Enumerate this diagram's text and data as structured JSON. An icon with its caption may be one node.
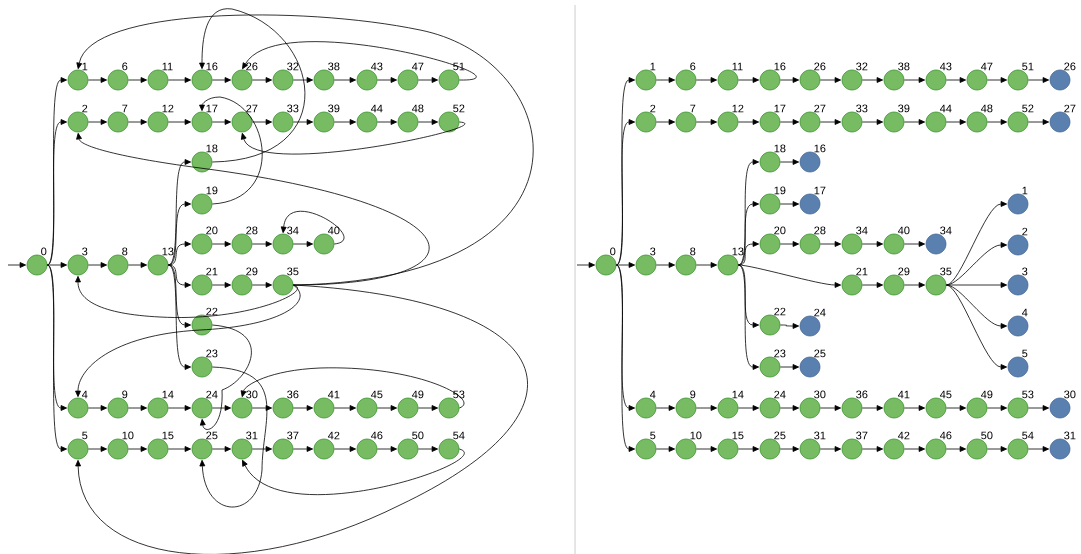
{
  "diagram": {
    "nodes": [
      {
        "text": [],
        "shape": "circle",
        "beside": [
          "0"
        ]
      },
      {
        "text": [],
        "shape": "circle",
        "beside": [
          "1"
        ]
      },
      {
        "text": [],
        "shape": "circle",
        "beside": [
          "2"
        ]
      },
      {
        "text": [],
        "shape": "circle",
        "beside": [
          "3"
        ]
      },
      {
        "text": [],
        "shape": "circle",
        "beside": [
          "4"
        ]
      },
      {
        "text": [],
        "shape": "circle",
        "beside": [
          "5"
        ]
      },
      {
        "text": [],
        "shape": "circle",
        "beside": [
          "6"
        ]
      },
      {
        "text": [],
        "shape": "circle",
        "beside": [
          "7"
        ]
      },
      {
        "text": [],
        "shape": "circle",
        "beside": [
          "8"
        ]
      },
      {
        "text": [],
        "shape": "circle",
        "beside": [
          "9"
        ]
      },
      {
        "text": [],
        "shape": "circle",
        "beside": [
          "10"
        ]
      },
      {
        "text": [],
        "shape": "circle",
        "beside": [
          "11"
        ]
      },
      {
        "text": [],
        "shape": "circle",
        "beside": [
          "12"
        ]
      },
      {
        "text": [],
        "shape": "circle",
        "beside": [
          "13"
        ]
      },
      {
        "text": [],
        "shape": "circle",
        "beside": [
          "14"
        ]
      },
      {
        "text": [],
        "shape": "circle",
        "beside": [
          "15"
        ]
      },
      {
        "text": [],
        "shape": "circle",
        "beside": [
          "16"
        ]
      },
      {
        "text": [],
        "shape": "circle",
        "beside": [
          "17"
        ]
      },
      {
        "text": [],
        "shape": "circle",
        "beside": [
          "18"
        ]
      },
      {
        "text": [],
        "shape": "circle",
        "beside": [
          "19"
        ]
      },
      {
        "text": [],
        "shape": "circle",
        "beside": [
          "20"
        ]
      },
      {
        "text": [],
        "shape": "circle",
        "beside": [
          "21"
        ]
      },
      {
        "text": [],
        "shape": "circle",
        "beside": [
          "22"
        ]
      },
      {
        "text": [],
        "shape": "circle",
        "beside": [
          "23"
        ]
      },
      {
        "text": [],
        "shape": "circle",
        "beside": [
          "24"
        ]
      },
      {
        "text": [],
        "shape": "circle",
        "beside": [
          "25"
        ]
      },
      {
        "text": [],
        "shape": "circle",
        "beside": [
          "26"
        ]
      },
      {
        "text": [],
        "shape": "circle",
        "beside": [
          "27"
        ]
      },
      {
        "text": [],
        "shape": "circle",
        "beside": [
          "28"
        ]
      },
      {
        "text": [],
        "shape": "circle",
        "beside": [
          "29"
        ]
      },
      {
        "text": [],
        "shape": "circle",
        "beside": [
          "30"
        ]
      },
      {
        "text": [],
        "shape": "circle",
        "beside": [
          "31"
        ]
      },
      {
        "text": [],
        "shape": "circle",
        "beside": [
          "32"
        ]
      },
      {
        "text": [],
        "shape": "circle",
        "beside": [
          "33"
        ]
      },
      {
        "text": [],
        "shape": "circle",
        "beside": [
          "34"
        ]
      },
      {
        "text": [],
        "shape": "circle",
        "beside": [
          "35"
        ]
      },
      {
        "text": [],
        "shape": "circle",
        "beside": [
          "36"
        ]
      },
      {
        "text": [],
        "shape": "circle",
        "beside": [
          "37"
        ]
      },
      {
        "text": [],
        "shape": "circle",
        "beside": [
          "38"
        ]
      },
      {
        "text": [],
        "shape": "circle",
        "beside": [
          "39"
        ]
      },
      {
        "text": [],
        "shape": "circle",
        "beside": [
          "40"
        ]
      },
      {
        "text": [],
        "shape": "circle",
        "beside": [
          "41"
        ]
      },
      {
        "text": [],
        "shape": "circle",
        "beside": [
          "42"
        ]
      },
      {
        "text": [],
        "shape": "circle",
        "beside": [
          "43"
        ]
      },
      {
        "text": [],
        "shape": "circle",
        "beside": [
          "44"
        ]
      },
      {
        "text": [],
        "shape": "circle",
        "beside": [
          "45"
        ]
      },
      {
        "text": [],
        "shape": "circle",
        "beside": [
          "46"
        ]
      },
      {
        "text": [],
        "shape": "circle",
        "beside": [
          "47"
        ]
      },
      {
        "text": [],
        "shape": "circle",
        "beside": [
          "48"
        ]
      },
      {
        "text": [],
        "shape": "circle",
        "beside": [
          "49"
        ]
      },
      {
        "text": [],
        "shape": "circle",
        "beside": [
          "50"
        ]
      },
      {
        "text": [],
        "shape": "circle",
        "beside": [
          "51"
        ]
      },
      {
        "text": [],
        "shape": "circle",
        "beside": [
          "52"
        ]
      },
      {
        "text": [],
        "shape": "circle",
        "beside": [
          "53"
        ]
      },
      {
        "text": [],
        "shape": "circle",
        "beside": [
          "54"
        ]
      },
      {
        "text": [],
        "shape": "circle",
        "beside": [
          "0"
        ]
      },
      {
        "text": [],
        "shape": "circle",
        "beside": [
          "1"
        ]
      },
      {
        "text": [],
        "shape": "circle",
        "beside": [
          "2"
        ]
      },
      {
        "text": [],
        "shape": "circle",
        "beside": [
          "3"
        ]
      },
      {
        "text": [],
        "shape": "circle",
        "beside": [
          "4"
        ]
      },
      {
        "text": [],
        "shape": "circle",
        "beside": [
          "5"
        ]
      },
      {
        "text": [],
        "shape": "circle",
        "beside": [
          "6"
        ]
      },
      {
        "text": [],
        "shape": "circle",
        "beside": [
          "7"
        ]
      },
      {
        "text": [],
        "shape": "circle",
        "beside": [
          "8"
        ]
      },
      {
        "text": [],
        "shape": "circle",
        "beside": [
          "9"
        ]
      },
      {
        "text": [],
        "shape": "circle",
        "beside": [
          "10"
        ]
      },
      {
        "text": [],
        "shape": "circle",
        "beside": [
          "11"
        ]
      },
      {
        "text": [],
        "shape": "circle",
        "beside": [
          "12"
        ]
      },
      {
        "text": [],
        "shape": "circle",
        "beside": [
          "13"
        ]
      },
      {
        "text": [],
        "shape": "circle",
        "beside": [
          "14"
        ]
      },
      {
        "text": [],
        "shape": "circle",
        "beside": [
          "15"
        ]
      },
      {
        "text": [],
        "shape": "circle",
        "beside": [
          "16"
        ]
      },
      {
        "text": [],
        "shape": "circle",
        "beside": [
          "17"
        ]
      },
      {
        "text": [],
        "shape": "circle",
        "beside": [
          "18"
        ]
      },
      {
        "text": [],
        "shape": "circle",
        "beside": [
          "19"
        ]
      },
      {
        "text": [],
        "shape": "circle",
        "beside": [
          "20"
        ]
      },
      {
        "text": [],
        "shape": "circle",
        "beside": [
          "21"
        ]
      },
      {
        "text": [],
        "shape": "circle",
        "beside": [
          "22"
        ]
      },
      {
        "text": [],
        "shape": "circle",
        "beside": [
          "23"
        ]
      },
      {
        "text": [],
        "shape": "circle",
        "beside": [
          "24"
        ]
      },
      {
        "text": [],
        "shape": "circle",
        "beside": [
          "25"
        ]
      },
      {
        "text": [],
        "shape": "circle",
        "beside": [
          "26"
        ]
      },
      {
        "text": [],
        "shape": "circle",
        "beside": [
          "27"
        ]
      },
      {
        "text": [],
        "shape": "circle",
        "beside": [
          "28"
        ]
      },
      {
        "text": [],
        "shape": "circle",
        "beside": [
          "29"
        ]
      },
      {
        "text": [],
        "shape": "circle",
        "beside": [
          "30"
        ]
      },
      {
        "text": [],
        "shape": "circle",
        "beside": [
          "31"
        ]
      },
      {
        "text": [],
        "shape": "circle",
        "beside": [
          "32"
        ]
      },
      {
        "text": [],
        "shape": "circle",
        "beside": [
          "33"
        ]
      },
      {
        "text": [],
        "shape": "circle",
        "beside": [
          "34"
        ]
      },
      {
        "text": [],
        "shape": "circle",
        "beside": [
          "35"
        ]
      },
      {
        "text": [],
        "shape": "circle",
        "beside": [
          "36"
        ]
      },
      {
        "text": [],
        "shape": "circle",
        "beside": [
          "37"
        ]
      },
      {
        "text": [],
        "shape": "circle",
        "beside": [
          "38"
        ]
      },
      {
        "text": [],
        "shape": "circle",
        "beside": [
          "39"
        ]
      },
      {
        "text": [],
        "shape": "circle",
        "beside": [
          "40"
        ]
      },
      {
        "text": [],
        "shape": "circle",
        "beside": [
          "41"
        ]
      },
      {
        "text": [],
        "shape": "circle",
        "beside": [
          "42"
        ]
      },
      {
        "text": [],
        "shape": "circle",
        "beside": [
          "43"
        ]
      },
      {
        "text": [],
        "shape": "circle",
        "beside": [
          "44"
        ]
      },
      {
        "text": [],
        "shape": "circle",
        "beside": [
          "45"
        ]
      },
      {
        "text": [],
        "shape": "circle",
        "beside": [
          "46"
        ]
      },
      {
        "text": [],
        "shape": "circle",
        "beside": [
          "47"
        ]
      },
      {
        "text": [],
        "shape": "circle",
        "beside": [
          "48"
        ]
      },
      {
        "text": [],
        "shape": "circle",
        "beside": [
          "49"
        ]
      },
      {
        "text": [],
        "shape": "circle",
        "beside": [
          "50"
        ]
      },
      {
        "text": [],
        "shape": "circle",
        "beside": [
          "51"
        ]
      },
      {
        "text": [],
        "shape": "circle",
        "beside": [
          "52"
        ]
      },
      {
        "text": [],
        "shape": "circle",
        "beside": [
          "53"
        ]
      },
      {
        "text": [],
        "shape": "circle",
        "beside": [
          "54"
        ]
      },
      {
        "text": [],
        "shape": "circle",
        "beside": [
          "26"
        ]
      },
      {
        "text": [],
        "shape": "circle",
        "beside": [
          "27"
        ]
      },
      {
        "text": [],
        "shape": "circle",
        "beside": [
          "16"
        ]
      },
      {
        "text": [],
        "shape": "circle",
        "beside": [
          "17"
        ]
      },
      {
        "text": [],
        "shape": "circle",
        "beside": [
          "34"
        ]
      },
      {
        "text": [],
        "shape": "circle",
        "beside": [
          "1"
        ]
      },
      {
        "text": [],
        "shape": "circle",
        "beside": [
          "2"
        ]
      },
      {
        "text": [],
        "shape": "circle",
        "beside": [
          "3"
        ]
      },
      {
        "text": [],
        "shape": "circle",
        "beside": [
          "24"
        ]
      },
      {
        "text": [],
        "shape": "circle",
        "beside": [
          "4"
        ]
      },
      {
        "text": [],
        "shape": "circle",
        "beside": [
          "5"
        ]
      },
      {
        "text": [],
        "shape": "circle",
        "beside": [
          "25"
        ]
      },
      {
        "text": [],
        "shape": "circle",
        "beside": [
          "30"
        ]
      },
      {
        "text": [],
        "shape": "circle",
        "beside": [
          "31"
        ]
      }
    ],
    "edges": [
      {
        "from": null,
        "to": 0,
        "arrow": "to"
      },
      {
        "from": 0,
        "to": 1,
        "arrow": "to"
      },
      {
        "from": 0,
        "to": 2,
        "arrow": "to"
      },
      {
        "from": 0,
        "to": 3,
        "arrow": "to"
      },
      {
        "from": 0,
        "to": 4,
        "arrow": "to"
      },
      {
        "from": 0,
        "to": 5,
        "arrow": "to"
      },
      {
        "from": 1,
        "to": 6,
        "arrow": "to"
      },
      {
        "from": 6,
        "to": 11,
        "arrow": "to"
      },
      {
        "from": 11,
        "to": 16,
        "arrow": "to"
      },
      {
        "from": 16,
        "to": 26,
        "arrow": "to"
      },
      {
        "from": 26,
        "to": 32,
        "arrow": "to"
      },
      {
        "from": 32,
        "to": 38,
        "arrow": "to"
      },
      {
        "from": 38,
        "to": 43,
        "arrow": "to"
      },
      {
        "from": 43,
        "to": 47,
        "arrow": "to"
      },
      {
        "from": 47,
        "to": 51,
        "arrow": "to"
      },
      {
        "from": 2,
        "to": 7,
        "arrow": "to"
      },
      {
        "from": 7,
        "to": 12,
        "arrow": "to"
      },
      {
        "from": 12,
        "to": 17,
        "arrow": "to"
      },
      {
        "from": 17,
        "to": 27,
        "arrow": "to"
      },
      {
        "from": 27,
        "to": 33,
        "arrow": "to"
      },
      {
        "from": 33,
        "to": 39,
        "arrow": "to"
      },
      {
        "from": 39,
        "to": 44,
        "arrow": "to"
      },
      {
        "from": 44,
        "to": 48,
        "arrow": "to"
      },
      {
        "from": 48,
        "to": 52,
        "arrow": "to"
      },
      {
        "from": 3,
        "to": 8,
        "arrow": "to"
      },
      {
        "from": 8,
        "to": 13,
        "arrow": "to"
      },
      {
        "from": 13,
        "to": 18,
        "arrow": "to"
      },
      {
        "from": 13,
        "to": 19,
        "arrow": "to"
      },
      {
        "from": 13,
        "to": 20,
        "arrow": "to"
      },
      {
        "from": 13,
        "to": 21,
        "arrow": "to"
      },
      {
        "from": 13,
        "to": 22,
        "arrow": "to"
      },
      {
        "from": 13,
        "to": 23,
        "arrow": "to"
      },
      {
        "from": 20,
        "to": 28,
        "arrow": "to"
      },
      {
        "from": 28,
        "to": 34,
        "arrow": "to"
      },
      {
        "from": 34,
        "to": 40,
        "arrow": "to"
      },
      {
        "from": 21,
        "to": 29,
        "arrow": "to"
      },
      {
        "from": 29,
        "to": 35,
        "arrow": "to"
      },
      {
        "from": 4,
        "to": 9,
        "arrow": "to"
      },
      {
        "from": 9,
        "to": 14,
        "arrow": "to"
      },
      {
        "from": 14,
        "to": 24,
        "arrow": "to"
      },
      {
        "from": 24,
        "to": 30,
        "arrow": "to"
      },
      {
        "from": 30,
        "to": 36,
        "arrow": "to"
      },
      {
        "from": 36,
        "to": 41,
        "arrow": "to"
      },
      {
        "from": 41,
        "to": 45,
        "arrow": "to"
      },
      {
        "from": 45,
        "to": 49,
        "arrow": "to"
      },
      {
        "from": 49,
        "to": 53,
        "arrow": "to"
      },
      {
        "from": 5,
        "to": 10,
        "arrow": "to"
      },
      {
        "from": 10,
        "to": 15,
        "arrow": "to"
      },
      {
        "from": 15,
        "to": 25,
        "arrow": "to"
      },
      {
        "from": 25,
        "to": 31,
        "arrow": "to"
      },
      {
        "from": 31,
        "to": 37,
        "arrow": "to"
      },
      {
        "from": 37,
        "to": 42,
        "arrow": "to"
      },
      {
        "from": 42,
        "to": 46,
        "arrow": "to"
      },
      {
        "from": 46,
        "to": 50,
        "arrow": "to"
      },
      {
        "from": 50,
        "to": 54,
        "arrow": "to"
      },
      {
        "from": 51,
        "to": 26,
        "arrow": "to"
      },
      {
        "from": 52,
        "to": 27,
        "arrow": "to"
      },
      {
        "from": 18,
        "to": 16,
        "arrow": "to"
      },
      {
        "from": 19,
        "to": 17,
        "arrow": "to"
      },
      {
        "from": 40,
        "to": 34,
        "arrow": "to"
      },
      {
        "from": 35,
        "to": 1,
        "arrow": "to"
      },
      {
        "from": 35,
        "to": 2,
        "arrow": "to"
      },
      {
        "from": 35,
        "to": 3,
        "arrow": "to"
      },
      {
        "from": 35,
        "to": 4,
        "arrow": "to"
      },
      {
        "from": 35,
        "to": 5,
        "arrow": "to"
      },
      {
        "from": 22,
        "to": 24,
        "arrow": "to"
      },
      {
        "from": 23,
        "to": 25,
        "arrow": "to"
      },
      {
        "from": 53,
        "to": 30,
        "arrow": "to"
      },
      {
        "from": 54,
        "to": 31,
        "arrow": "to"
      },
      {
        "from": null,
        "to": 55,
        "arrow": "to"
      },
      {
        "from": 55,
        "to": 56,
        "arrow": "to"
      },
      {
        "from": 55,
        "to": 57,
        "arrow": "to"
      },
      {
        "from": 55,
        "to": 58,
        "arrow": "to"
      },
      {
        "from": 55,
        "to": 59,
        "arrow": "to"
      },
      {
        "from": 55,
        "to": 60,
        "arrow": "to"
      },
      {
        "from": 56,
        "to": 61,
        "arrow": "to"
      },
      {
        "from": 61,
        "to": 66,
        "arrow": "to"
      },
      {
        "from": 66,
        "to": 71,
        "arrow": "to"
      },
      {
        "from": 71,
        "to": 81,
        "arrow": "to"
      },
      {
        "from": 81,
        "to": 87,
        "arrow": "to"
      },
      {
        "from": 87,
        "to": 93,
        "arrow": "to"
      },
      {
        "from": 93,
        "to": 98,
        "arrow": "to"
      },
      {
        "from": 98,
        "to": 102,
        "arrow": "to"
      },
      {
        "from": 102,
        "to": 106,
        "arrow": "to"
      },
      {
        "from": 57,
        "to": 62,
        "arrow": "to"
      },
      {
        "from": 62,
        "to": 67,
        "arrow": "to"
      },
      {
        "from": 67,
        "to": 72,
        "arrow": "to"
      },
      {
        "from": 72,
        "to": 82,
        "arrow": "to"
      },
      {
        "from": 82,
        "to": 88,
        "arrow": "to"
      },
      {
        "from": 88,
        "to": 94,
        "arrow": "to"
      },
      {
        "from": 94,
        "to": 99,
        "arrow": "to"
      },
      {
        "from": 99,
        "to": 103,
        "arrow": "to"
      },
      {
        "from": 103,
        "to": 107,
        "arrow": "to"
      },
      {
        "from": 58,
        "to": 63,
        "arrow": "to"
      },
      {
        "from": 63,
        "to": 68,
        "arrow": "to"
      },
      {
        "from": 68,
        "to": 73,
        "arrow": "to"
      },
      {
        "from": 68,
        "to": 74,
        "arrow": "to"
      },
      {
        "from": 68,
        "to": 75,
        "arrow": "to"
      },
      {
        "from": 68,
        "to": 76,
        "arrow": "to"
      },
      {
        "from": 68,
        "to": 77,
        "arrow": "to"
      },
      {
        "from": 68,
        "to": 78,
        "arrow": "to"
      },
      {
        "from": 75,
        "to": 83,
        "arrow": "to"
      },
      {
        "from": 83,
        "to": 89,
        "arrow": "to"
      },
      {
        "from": 89,
        "to": 95,
        "arrow": "to"
      },
      {
        "from": 76,
        "to": 84,
        "arrow": "to"
      },
      {
        "from": 84,
        "to": 90,
        "arrow": "to"
      },
      {
        "from": 59,
        "to": 64,
        "arrow": "to"
      },
      {
        "from": 64,
        "to": 69,
        "arrow": "to"
      },
      {
        "from": 69,
        "to": 79,
        "arrow": "to"
      },
      {
        "from": 79,
        "to": 85,
        "arrow": "to"
      },
      {
        "from": 85,
        "to": 91,
        "arrow": "to"
      },
      {
        "from": 91,
        "to": 96,
        "arrow": "to"
      },
      {
        "from": 96,
        "to": 100,
        "arrow": "to"
      },
      {
        "from": 100,
        "to": 104,
        "arrow": "to"
      },
      {
        "from": 104,
        "to": 108,
        "arrow": "to"
      },
      {
        "from": 60,
        "to": 65,
        "arrow": "to"
      },
      {
        "from": 65,
        "to": 70,
        "arrow": "to"
      },
      {
        "from": 70,
        "to": 80,
        "arrow": "to"
      },
      {
        "from": 80,
        "to": 86,
        "arrow": "to"
      },
      {
        "from": 86,
        "to": 92,
        "arrow": "to"
      },
      {
        "from": 92,
        "to": 97,
        "arrow": "to"
      },
      {
        "from": 97,
        "to": 101,
        "arrow": "to"
      },
      {
        "from": 101,
        "to": 105,
        "arrow": "to"
      },
      {
        "from": 105,
        "to": 109,
        "arrow": "to"
      },
      {
        "from": 106,
        "to": 110,
        "arrow": "to"
      },
      {
        "from": 107,
        "to": 111,
        "arrow": "to"
      },
      {
        "from": 73,
        "to": 112,
        "arrow": "to"
      },
      {
        "from": 74,
        "to": 113,
        "arrow": "to"
      },
      {
        "from": 95,
        "to": 114,
        "arrow": "to"
      },
      {
        "from": 90,
        "to": 115,
        "arrow": "to"
      },
      {
        "from": 90,
        "to": 116,
        "arrow": "to"
      },
      {
        "from": 90,
        "to": 117,
        "arrow": "to"
      },
      {
        "from": 90,
        "to": 119,
        "arrow": "to"
      },
      {
        "from": 90,
        "to": 120,
        "arrow": "to"
      },
      {
        "from": 77,
        "to": 118,
        "arrow": "to"
      },
      {
        "from": 78,
        "to": 121,
        "arrow": "to"
      },
      {
        "from": 108,
        "to": 122,
        "arrow": "to"
      },
      {
        "from": 109,
        "to": 123,
        "arrow": "to"
      }
    ]
  }
}
